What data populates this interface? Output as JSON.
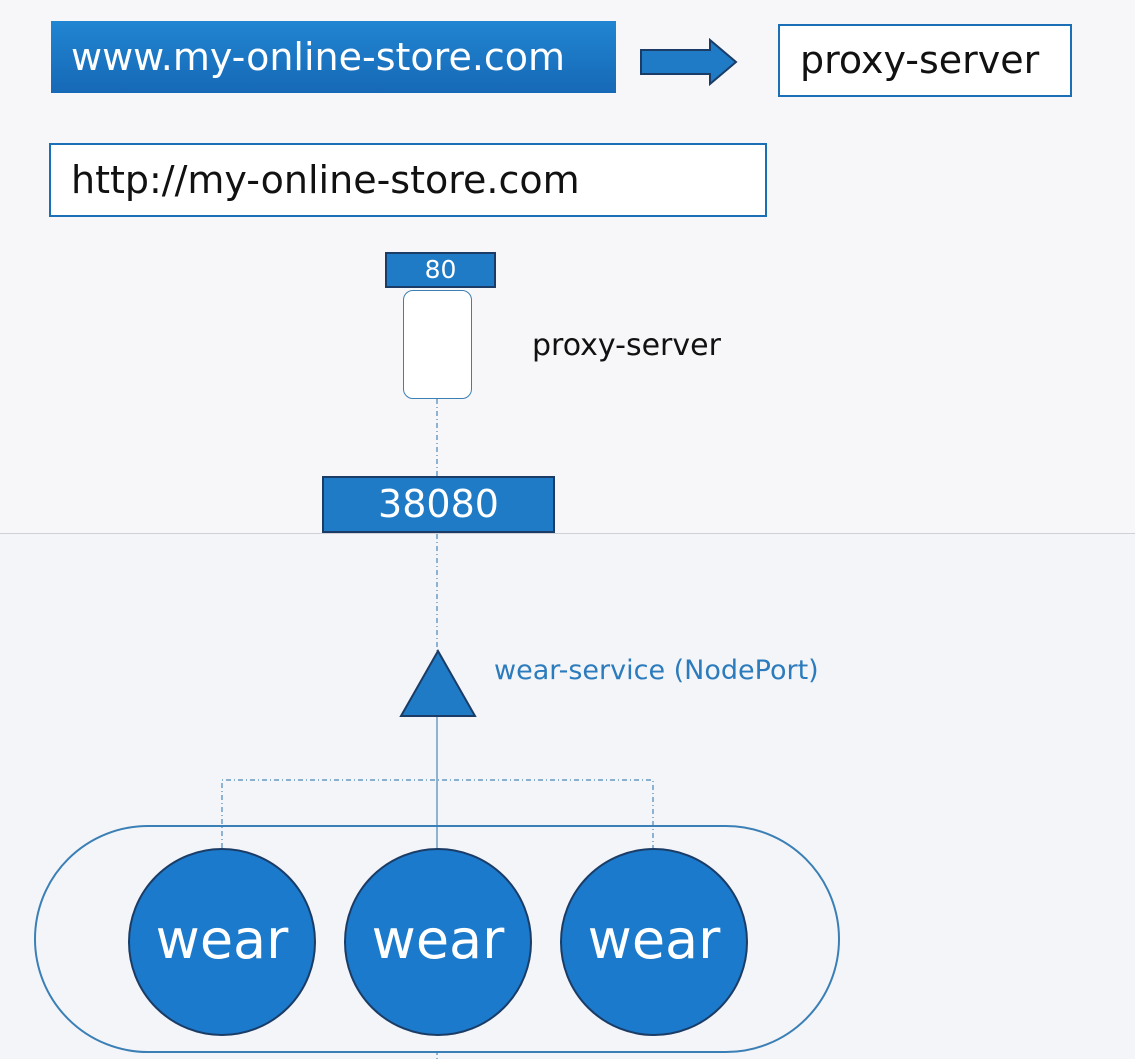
{
  "top": {
    "url_banner": "www.my-online-store.com",
    "proxy_box": "proxy-server",
    "http_box": "http://my-online-store.com"
  },
  "proxy": {
    "port": "80",
    "label": "proxy-server"
  },
  "node_port": "38080",
  "service": {
    "label": "wear-service (NodePort)"
  },
  "pods": [
    {
      "label": "wear"
    },
    {
      "label": "wear"
    },
    {
      "label": "wear"
    }
  ],
  "colors": {
    "primary_blue": "#1f7bc6",
    "dark_border": "#1a3c66",
    "service_text": "#2b7bbd",
    "line": "#4a86b8"
  }
}
